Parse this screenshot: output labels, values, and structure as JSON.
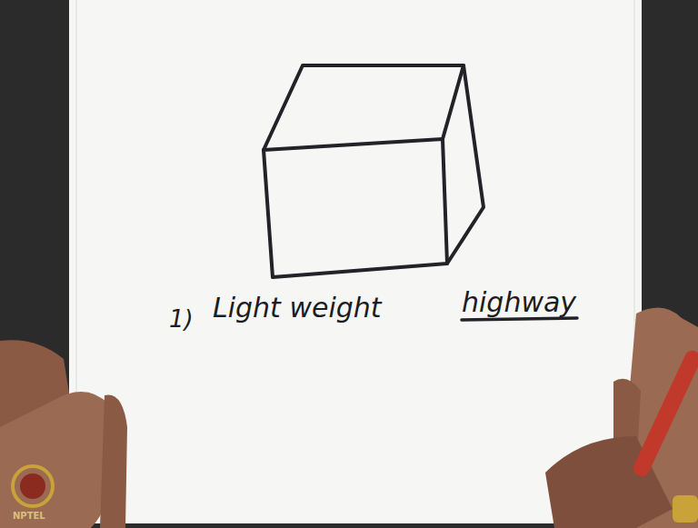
{
  "diagram": {
    "labels": [
      "1)",
      "Light weight",
      "highway",
      "NPTEL"
    ]
  }
}
